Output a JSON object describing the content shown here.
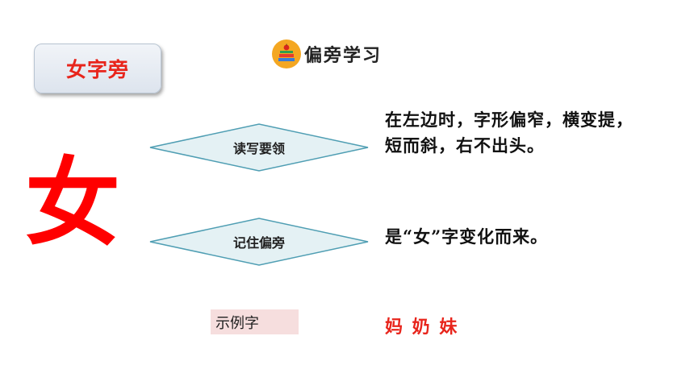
{
  "title_box": {
    "label": "女字旁"
  },
  "section": {
    "title": "偏旁学习",
    "icon": "books-apple-icon"
  },
  "main_char": "女",
  "diamonds": [
    {
      "label": "读写要领"
    },
    {
      "label": "记住偏旁"
    }
  ],
  "descriptions": {
    "line1": "在左边时，字形偏窄，横变提，",
    "line2": "短而斜，右不出头。",
    "radical_origin": "是“女”字变化而来。"
  },
  "examples": {
    "label": "示例字",
    "chars": "妈 奶 妹"
  },
  "colors": {
    "accent_red": "#e8251c",
    "big_char_red": "#ff0000",
    "diamond_fill": "#e4f1f4",
    "diamond_stroke": "#4f9eb3",
    "badge_orange": "#f4a722",
    "example_bg": "#f6dede"
  }
}
